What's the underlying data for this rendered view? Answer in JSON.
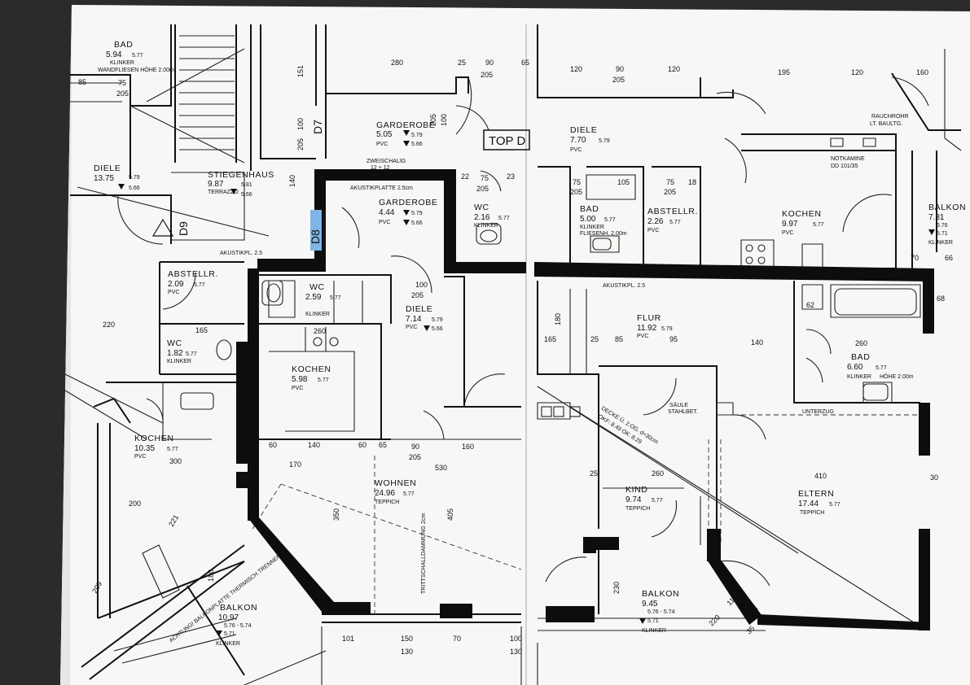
{
  "plan": {
    "top_label": "TOP D",
    "door_d7": "D7",
    "door_d8": "D8",
    "door_d9": "D9",
    "staircase": "STIEGENHAUS",
    "staircase_area": "9.87",
    "staircase_floor": "TERRAZZO",
    "staircase_level": "5.81",
    "staircase_level2": "5.66",
    "zweischalig": "ZWEISCHALIG",
    "zweischalig_dim": "12 + 12",
    "akustikplatte_top": "AKUSTIKPLATTE 2.5cm",
    "akustik_left": "AKUSTIKPL. 2.5",
    "akustik_right": "AKUSTIKPL. 2.5",
    "unterzug": "UNTERZUG",
    "saeule_line1": "SÄULE",
    "saeule_line2": "STAHLBET.",
    "notkamine_line1": "NOTKAMINE",
    "notkamine_line2": "DD 101/35",
    "rauchrohr_line1": "RAUCHROHR",
    "rauchrohr_line2": "LT. BAULTG.",
    "decke_line1": "DECKE Ü. 2.OG. d=30cm",
    "decke_line2": "OKF: 8.49  OK: 8.29",
    "trittschall": "TRITTSCHALLDAMMUNG 2cm",
    "abgasrohr": "ACHTUNG! BALKONPLATTE THERMISCH TRENNEN",
    "rooms": [
      {
        "name": "BAD",
        "area": "5.94",
        "level": "5.77",
        "floor": "KLINKER",
        "note": "WANDFLIESEN HÖHE 2.00m"
      },
      {
        "name": "DIELE",
        "area": "13.75",
        "level": "5.79",
        "level2": "5.66"
      },
      {
        "name": "GARDEROBE",
        "area": "5.05",
        "level": "5.79",
        "level2": "5.66",
        "floor": "PVC"
      },
      {
        "name": "GARDEROBE",
        "area": "4.44",
        "level": "5.79",
        "level2": "5.66",
        "floor": "PVC"
      },
      {
        "name": "WC",
        "area": "2.16",
        "level": "5.77",
        "floor": "KLINKER"
      },
      {
        "name": "DIELE",
        "area": "7.70",
        "level": "5.79",
        "floor": "PVC"
      },
      {
        "name": "BAD",
        "area": "5.00",
        "level": "5.77",
        "floor": "KLINKER",
        "note": "FLIESENH. 2.00m"
      },
      {
        "name": "ABSTELLR.",
        "area": "2.26",
        "level": "5.77",
        "floor": "PVC"
      },
      {
        "name": "KOCHEN",
        "area": "9.97",
        "level": "5.77",
        "floor": "PVC"
      },
      {
        "name": "BALKON",
        "area": "7.81",
        "level": "5.76",
        "level2": "5.71",
        "floor": "KLINKER"
      },
      {
        "name": "ABSTELLR.",
        "area": "2.09",
        "level": "5.77",
        "floor": "PVC"
      },
      {
        "name": "WC",
        "area": "2.59",
        "level": "5.77",
        "floor": "KLINKER"
      },
      {
        "name": "DIELE",
        "area": "7.14",
        "level": "5.79",
        "level2": "5.66",
        "floor": "PVC"
      },
      {
        "name": "WC",
        "area": "1.82",
        "level": "5.77",
        "floor": "KLINKER"
      },
      {
        "name": "KOCHEN",
        "area": "5.98",
        "level": "5.77",
        "floor": "PVC"
      },
      {
        "name": "KOCHEN",
        "area": "10.35",
        "level": "5.77",
        "floor": "PVC"
      },
      {
        "name": "FLUR",
        "area": "11.92",
        "level": "5.79",
        "floor": "PVC"
      },
      {
        "name": "BAD",
        "area": "6.60",
        "level": "5.77",
        "floor": "KLINKER",
        "note": "HÖHE 2.00m"
      },
      {
        "name": "WOHNEN",
        "area": "24.96",
        "level": "5.77",
        "floor": "TEPPICH"
      },
      {
        "name": "KIND",
        "area": "9.74",
        "level": "5.77",
        "floor": "TEPPICH"
      },
      {
        "name": "ELTERN",
        "area": "17.44",
        "level": "5.77",
        "floor": "TEPPICH"
      },
      {
        "name": "BALKON",
        "area": "9.45",
        "level": "5.76 - 5.74",
        "level2": "5.71",
        "floor": "KLINKER"
      },
      {
        "name": "BALKON",
        "area": "10.97",
        "level": "5.76 - 5.74",
        "level2": "5.71",
        "floor": "KLINKER"
      }
    ],
    "dims": [
      "280",
      "25",
      "90",
      "205",
      "65",
      "120",
      "90",
      "205",
      "120",
      "195",
      "120",
      "160",
      "85",
      "75",
      "205",
      "151",
      "100",
      "205",
      "140",
      "205",
      "100",
      "75",
      "205",
      "75",
      "205",
      "105",
      "75",
      "205",
      "18",
      "22",
      "23",
      "220",
      "165",
      "260",
      "100",
      "205",
      "180",
      "165",
      "25",
      "85",
      "95",
      "140",
      "260",
      "60",
      "140",
      "60",
      "65",
      "90",
      "205",
      "530",
      "160",
      "170",
      "300",
      "350",
      "405",
      "200",
      "221",
      "260",
      "410",
      "30",
      "25",
      "230",
      "209",
      "180",
      "101",
      "150",
      "130",
      "70",
      "100",
      "130",
      "220",
      "110",
      "35",
      "62",
      "68",
      "66",
      "70"
    ]
  }
}
